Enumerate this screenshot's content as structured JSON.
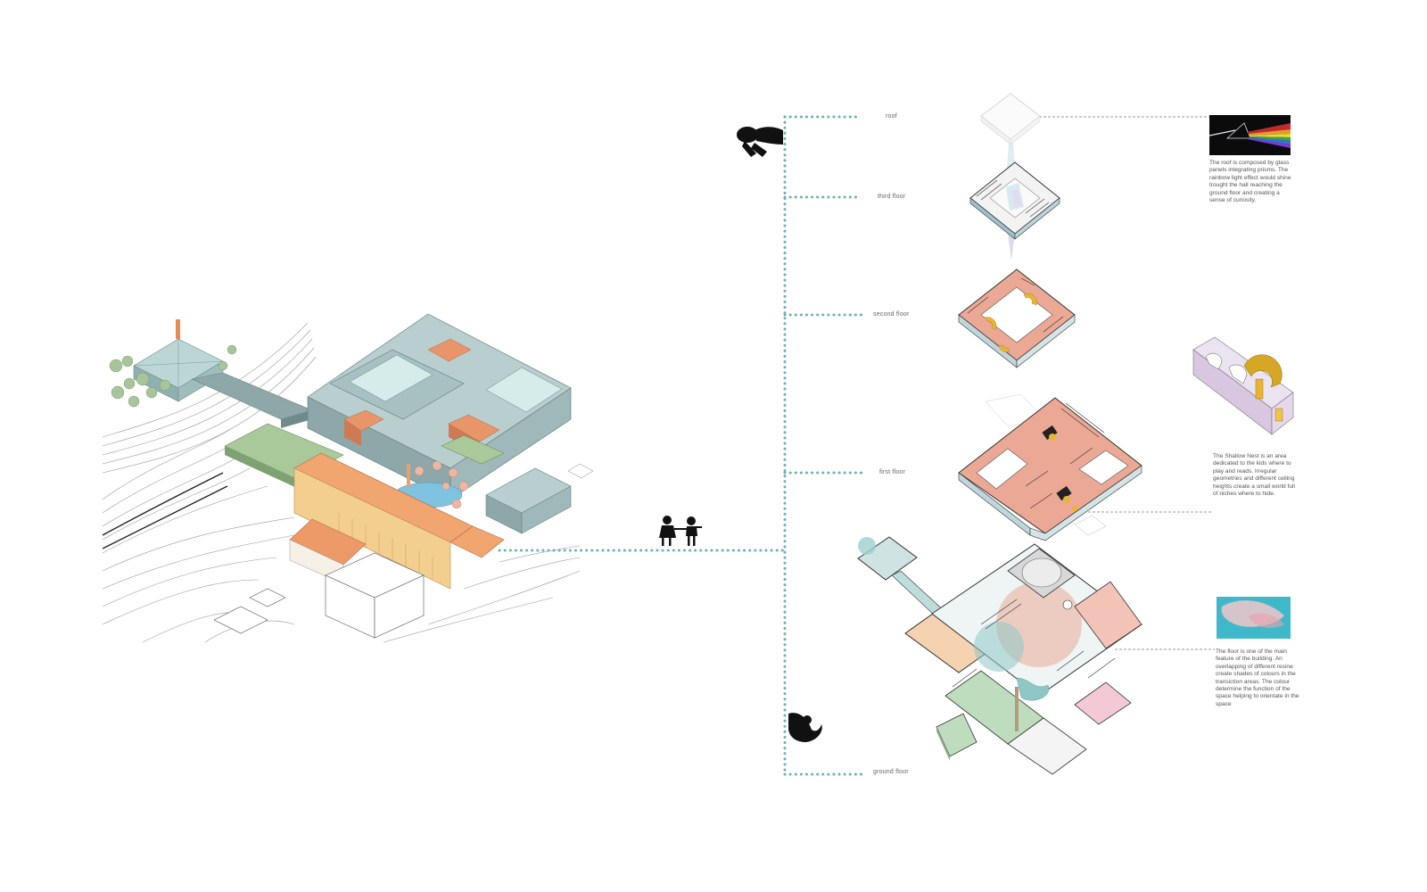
{
  "colors": {
    "guide_dots": "#6fb0b8",
    "building_teal": "#8ea7a9",
    "building_teal_light": "#cfe5e5",
    "accent_orange": "#e9a27c",
    "floor_salmon": "#e9b0a0",
    "green_roof": "#a9c99a",
    "pool_blue": "#7fc3e0",
    "silhouette": "#111111"
  },
  "floors": [
    {
      "key": "roof",
      "label": "roof"
    },
    {
      "key": "third",
      "label": "third floor"
    },
    {
      "key": "second",
      "label": "second floor"
    },
    {
      "key": "first",
      "label": "first floor"
    },
    {
      "key": "ground",
      "label": "ground floor"
    }
  ],
  "annotations": {
    "roof": {
      "text": "The roof is composed by glass panels integrating prisms. The rainbow light effect would shine trought the hall reaching the ground floor and creating a sense of curiosity.",
      "image": "prism-rainbow-photo"
    },
    "first": {
      "text": "The Shallow Nest is an area dedicated to the kids where to play and reads. Irregular geometries and different ceiling heights create a small world full of niches where to hide.",
      "image": "shallow-nest-detail-axonometric"
    },
    "ground": {
      "text": "The floor is one of the main feature of the building. An overlapping of different resine create shades of colours in the transiction areas. The colour determine the function of the space helping to orientate in the space",
      "image": "resin-floor-swatch"
    }
  },
  "figures": {
    "site": "site-axonometric",
    "kids": "children-silhouette",
    "top_figure": "leaning-person-silhouette",
    "bottom_figure": "crouching-figure-silhouette"
  }
}
